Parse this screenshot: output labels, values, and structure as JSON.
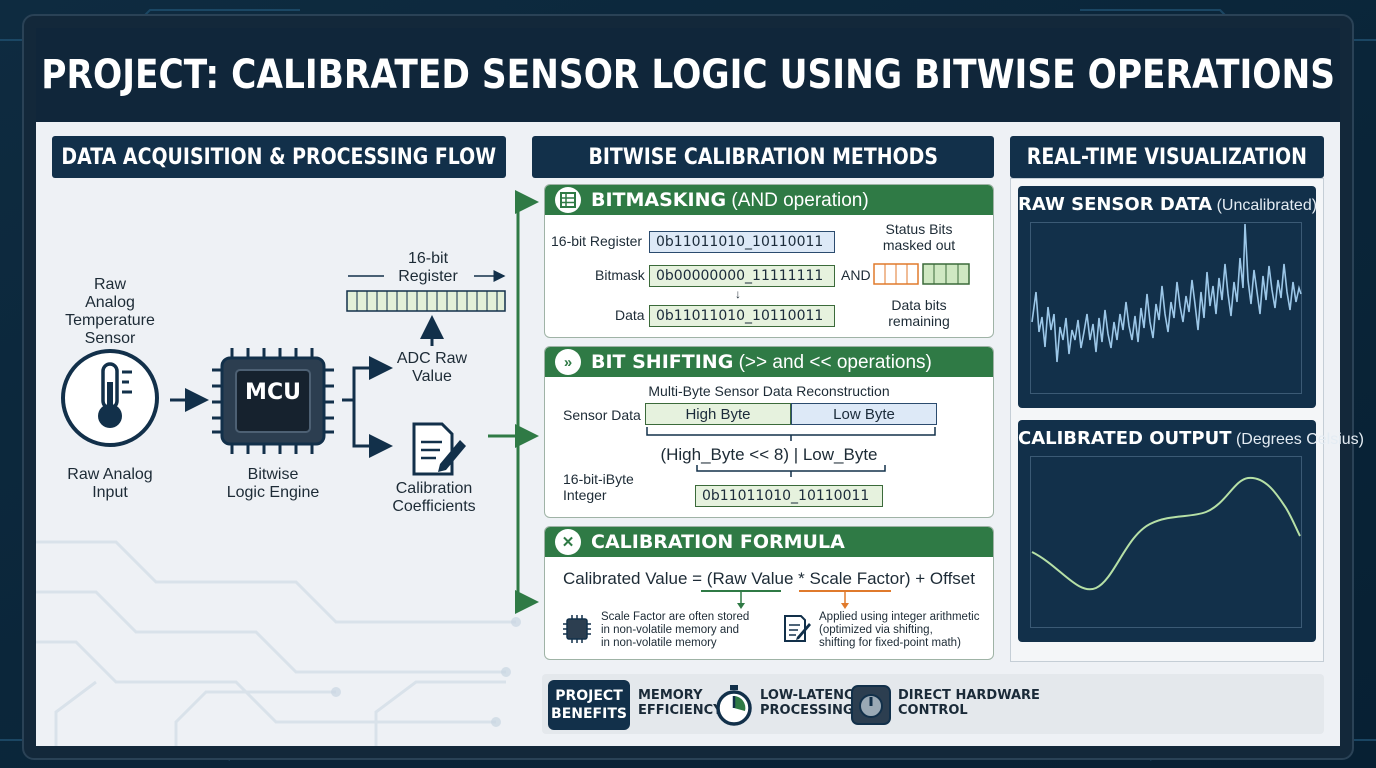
{
  "title": "PROJECT: CALIBRATED SENSOR LOGIC USING BITWISE OPERATIONS",
  "columns": {
    "flow": "DATA ACQUISITION & PROCESSING FLOW",
    "methods": "BITWISE CALIBRATION METHODS",
    "viz": "REAL-TIME VISUALIZATION"
  },
  "flow": {
    "sensor_label": "Raw\nAnalog\nTemperature\nSensor",
    "input_label": "Raw Analog\nInput",
    "mcu_text": "MCU",
    "mcu_label": "Bitwise\nLogic Engine",
    "register_label": "16-bit\nRegister",
    "adc_label": "ADC Raw\nValue",
    "coeff_label": "Calibration\nCoefficients"
  },
  "bitmasking": {
    "title_bold": "BITMASKING",
    "title_rest": "(AND operation)",
    "row1_label": "16-bit Register",
    "row1_value": "0b11011010_10110011",
    "row2_label": "Bitmask",
    "row2_value": "0b00000000_11111111",
    "and_label": "AND",
    "row3_label": "Data",
    "row3_value": "0b11011010_10110011",
    "status_bits": "Status Bits\nmasked out",
    "data_bits": "Data bits\nremaining"
  },
  "shifting": {
    "title_bold": "BIT SHIFTING",
    "title_rest": "(>> and << operations)",
    "subtitle": "Multi-Byte Sensor Data Reconstruction",
    "sensor_data_label": "Sensor Data",
    "high_byte": "High Byte",
    "low_byte": "Low Byte",
    "expression": "(High_Byte << 8) | Low_Byte",
    "integer_label": "16-bit-iByte\nInteger",
    "integer_value": "0b11011010_10110011"
  },
  "formula": {
    "title": "CALIBRATION FORMULA",
    "equation": "Calibrated Value = (Raw Value * Scale Factor) + Offset",
    "note1": "Scale Factor are often stored\nin non-volatile memory and\nin non-volatile memory",
    "note2": "Applied using integer arithmetic\n(optimized via shifting,\nshifting for fixed-point math)"
  },
  "viz": {
    "raw_title_bold": "RAW SENSOR DATA",
    "raw_title_rest": "(Uncalibrated)",
    "cal_title_bold": "CALIBRATED OUTPUT",
    "cal_title_rest": "(Degrees Celsius)"
  },
  "benefits": {
    "label": "PROJECT\nBENEFITS",
    "item1": "MEMORY\nEFFICIENCY",
    "item2": "LOW-LATENCY\nPROCESSING",
    "item3": "DIRECT HARDWARE\nCONTROL"
  },
  "colors": {
    "navy": "#12304a",
    "green": "#2f7a45",
    "orange": "#e07a2c",
    "raw_line": "#9cc7e8",
    "cal_line": "#b6e0a6"
  }
}
